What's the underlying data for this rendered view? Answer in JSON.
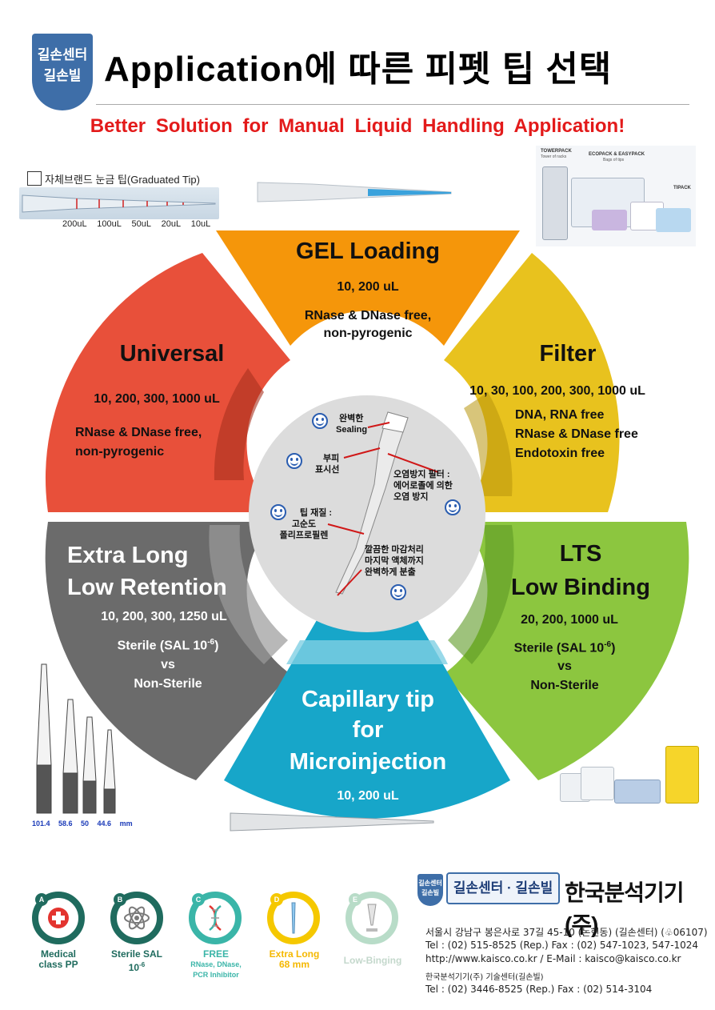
{
  "header": {
    "badge_line1": "길손센터",
    "badge_line2": "길손빌",
    "title": "Application에 따른 피펫 팁 선택",
    "subtitle": "Better Solution for Manual Liquid Handling Application!"
  },
  "graduated_tip": {
    "label": "자체브랜드 눈금 팁(Graduated Tip)",
    "marks": "200uL 100uL 50uL 20uL 10uL"
  },
  "product_photo_labels": {
    "towerpack": "TOWERPACK",
    "towerpack_sub": "Tower of racks",
    "ecopack": "ECOPACK & EASYPACK",
    "ecopack_sub": "Bags of tips",
    "tipack": "TIPACK"
  },
  "segments": {
    "gel": {
      "title": "GEL Loading",
      "volumes": "10, 200 uL",
      "desc1": "RNase & DNase free,",
      "desc2": "non-pyrogenic"
    },
    "universal": {
      "title": "Universal",
      "volumes": "10, 200, 300, 1000 uL",
      "desc1": "RNase & DNase free,",
      "desc2": "non-pyrogenic"
    },
    "filter": {
      "title": "Filter",
      "volumes": "10, 30, 100, 200, 300, 1000 uL",
      "desc1": "DNA, RNA free",
      "desc2": "RNase & DNase free",
      "desc3": "Endotoxin free"
    },
    "extralong": {
      "title1": "Extra Long",
      "title2": "Low Retention",
      "volumes": "10, 200, 300, 1250 uL",
      "desc1": "Sterile (SAL 10",
      "desc1_sup": "-6",
      "desc1_end": ")",
      "desc2": "vs",
      "desc3": "Non-Sterile"
    },
    "lts": {
      "title1": "LTS",
      "title2": "Low Binding",
      "volumes": "20, 200, 1000 uL",
      "desc1": "Sterile (SAL 10",
      "desc1_sup": "-6",
      "desc1_end": ")",
      "desc2": "vs",
      "desc3": "Non-Sterile"
    },
    "capillary": {
      "title1": "Capillary tip",
      "title2": "for",
      "title3": "Microinjection",
      "volumes": "10, 200 uL"
    }
  },
  "center": {
    "sealing1": "완벽한",
    "sealing2": "Sealing",
    "volume1": "부피",
    "volume2": "표시선",
    "filter1": "오염방지 필터 :",
    "filter2": "에어로졸에 의한",
    "filter3": "오염 방지",
    "material1": "팁 재질 :",
    "material2": "고순도",
    "material3": "폴리프로필렌",
    "finish1": "깔끔한 마감처리",
    "finish2": "마지막 액체까지",
    "finish3": "완벽하게 분출"
  },
  "tip_lengths": "101.4 58.6 50 44.6 mm",
  "features": [
    {
      "letter": "A",
      "label1": "Medical",
      "label2": "class PP",
      "color": "#1f6b5e",
      "icon": "medical-cross-icon"
    },
    {
      "letter": "B",
      "label1": "Sterile SAL",
      "label2": "10",
      "label2_sup": "-6",
      "color": "#1f6b5e",
      "icon": "atom-icon"
    },
    {
      "letter": "C",
      "label1": "FREE",
      "label2": "RNase, DNase,",
      "label3": "PCR Inhibitor",
      "color": "#3ab5a8",
      "icon": "dna-icon"
    },
    {
      "letter": "D",
      "label1": "Extra Long",
      "label2": "68 mm",
      "color": "#f5c800",
      "icon": "long-tip-icon"
    },
    {
      "letter": "E",
      "label1": "Low-Binging",
      "color": "#b8dcc8",
      "icon": "low-binding-tip-icon"
    }
  ],
  "footer": {
    "badge_line1": "길손센터",
    "badge_line2": "길손빌",
    "brand_box": "길손센터 · 길손빌",
    "company": "한국분석기기(주)",
    "address": "서울시 강남구 봉은사로 37길 45-10 (논현동) (길손센터) (♧06107)",
    "tel": "Tel : (02) 515-8525 (Rep.)  Fax : (02) 547-1023, 547-1024",
    "web": "http://www.kaisco.co.kr  /  E-Mail : kaisco@kaisco.co.kr",
    "tech_center": "한국분석기기(주) 기술센터(길손빌)",
    "tech_tel": "Tel : (02) 3446-8525 (Rep.)  Fax : (02) 514-3104"
  },
  "colors": {
    "gel": "#f5960a",
    "universal": "#e8503a",
    "filter": "#e8c21e",
    "extralong": "#6b6b6b",
    "lts": "#8cc63f",
    "capillary": "#17a6c9",
    "subtitle": "#e31a1a"
  }
}
